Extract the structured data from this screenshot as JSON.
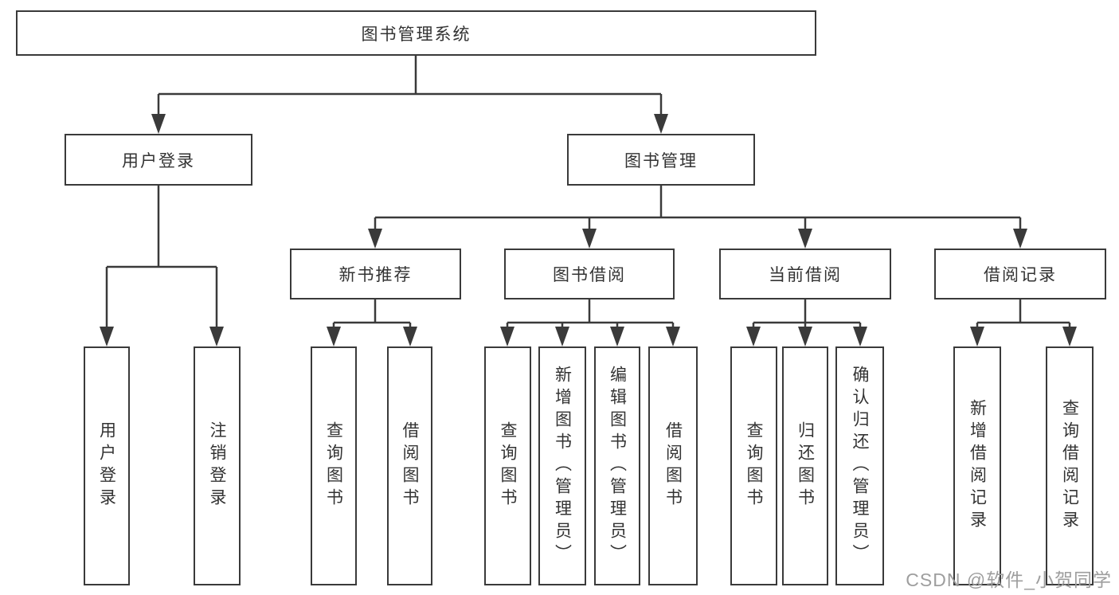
{
  "diagram": {
    "type": "hierarchy-diagram",
    "colors": {
      "line": "#3a3a3a",
      "box_border": "#3a3a3a",
      "text": "#333333",
      "background": "#ffffff",
      "watermark": "#9e9e9e"
    },
    "watermark": "CSDN @软件_小贺同学"
  },
  "tree": {
    "label": "图书管理系统",
    "children": [
      {
        "label": "用户登录",
        "children": [
          {
            "label": "用户登录"
          },
          {
            "label": "注销登录"
          }
        ]
      },
      {
        "label": "图书管理",
        "children": [
          {
            "label": "新书推荐",
            "children": [
              {
                "label": "查询图书"
              },
              {
                "label": "借阅图书"
              }
            ]
          },
          {
            "label": "图书借阅",
            "children": [
              {
                "label": "查询图书"
              },
              {
                "label": "新增图书（管理员）"
              },
              {
                "label": "编辑图书（管理员）"
              },
              {
                "label": "借阅图书"
              }
            ]
          },
          {
            "label": "当前借阅",
            "children": [
              {
                "label": "查询图书"
              },
              {
                "label": "归还图书"
              },
              {
                "label": "确认归还（管理员）"
              }
            ]
          },
          {
            "label": "借阅记录",
            "children": [
              {
                "label": "新增借阅记录"
              },
              {
                "label": "查询借阅记录"
              }
            ]
          }
        ]
      }
    ]
  }
}
